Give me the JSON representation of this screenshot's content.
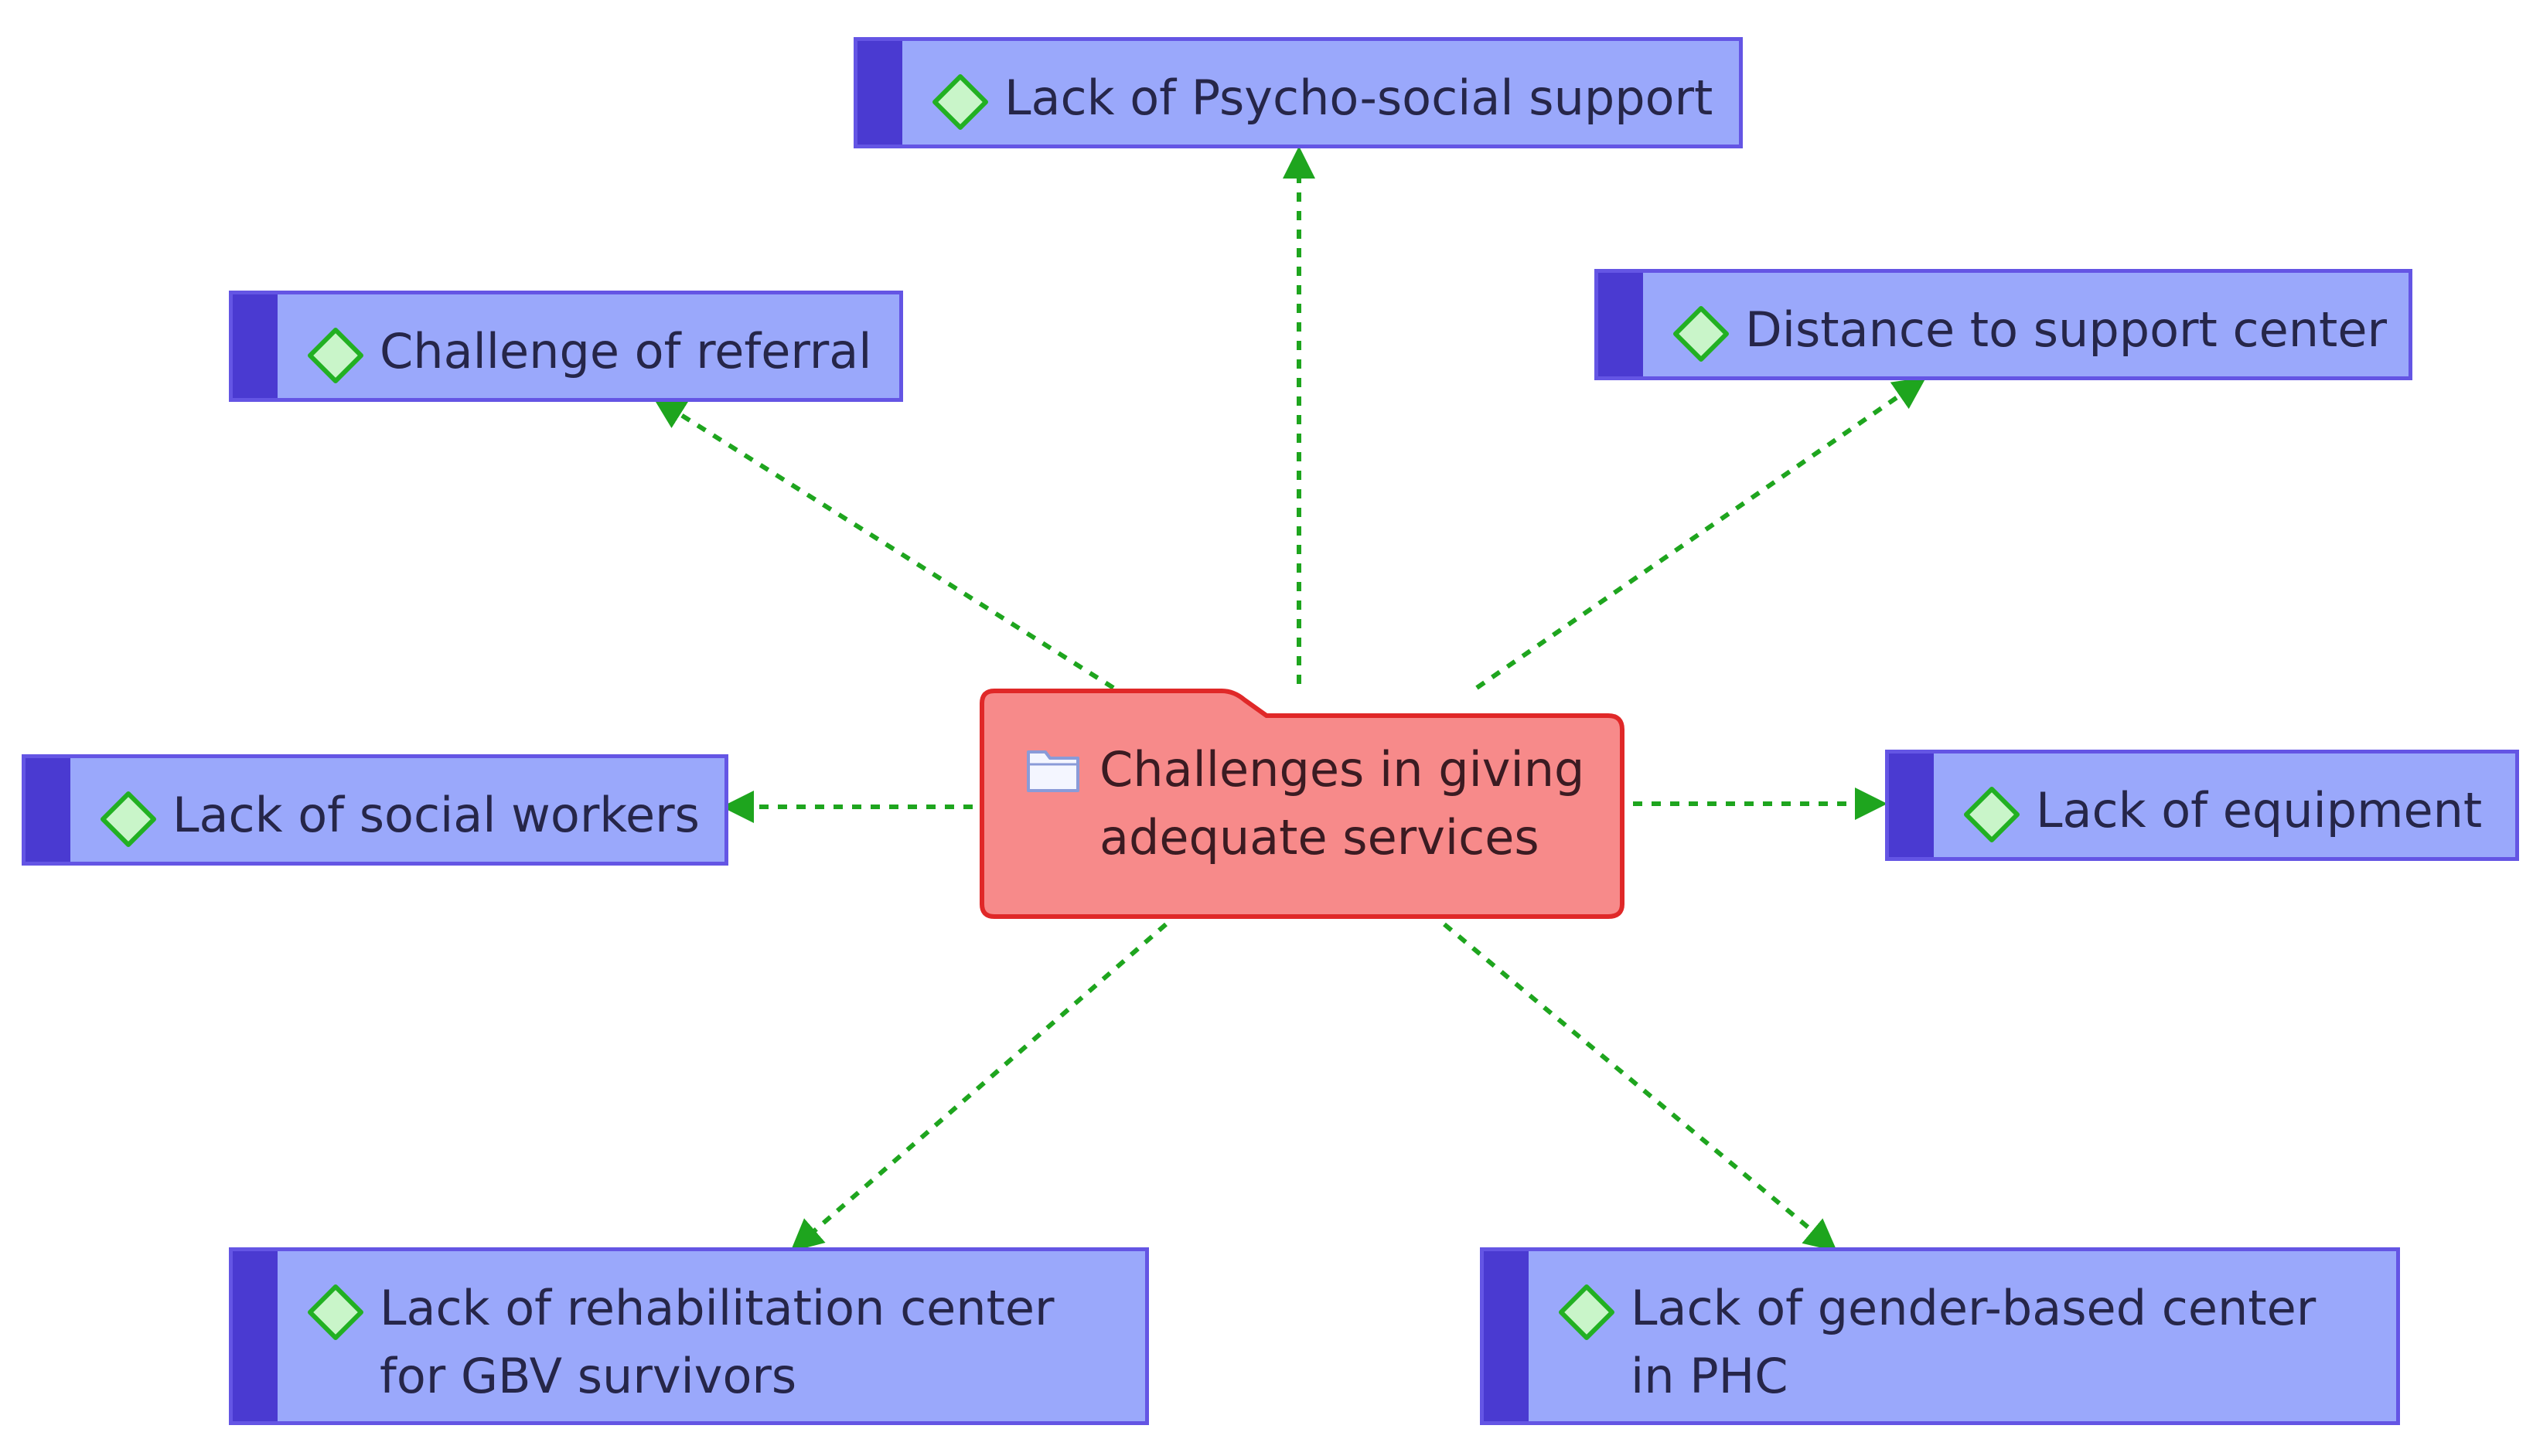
{
  "center": {
    "label": "Challenges in giving adequate services",
    "icon": "folder-icon"
  },
  "nodes": [
    {
      "id": "psycho",
      "label": "Lack of Psycho-social support"
    },
    {
      "id": "referral",
      "label": "Challenge of referral"
    },
    {
      "id": "distance",
      "label": "Distance to support center"
    },
    {
      "id": "social",
      "label": "Lack of social workers"
    },
    {
      "id": "equipment",
      "label": "Lack of equipment"
    },
    {
      "id": "rehab",
      "label": "Lack of rehabilitation center for GBV survivors"
    },
    {
      "id": "gender",
      "label": "Lack of gender-based center in PHC"
    }
  ],
  "node_icon": "diamond-icon",
  "colors": {
    "node_fill": "#9aa8fb",
    "node_border": "#6455e4",
    "node_bar": "#4a3ad1",
    "center_fill": "#f78a8a",
    "center_border": "#e02828",
    "connector": "#1ea51e",
    "diamond_fill": "#c9f5c9",
    "diamond_stroke": "#22b022"
  }
}
